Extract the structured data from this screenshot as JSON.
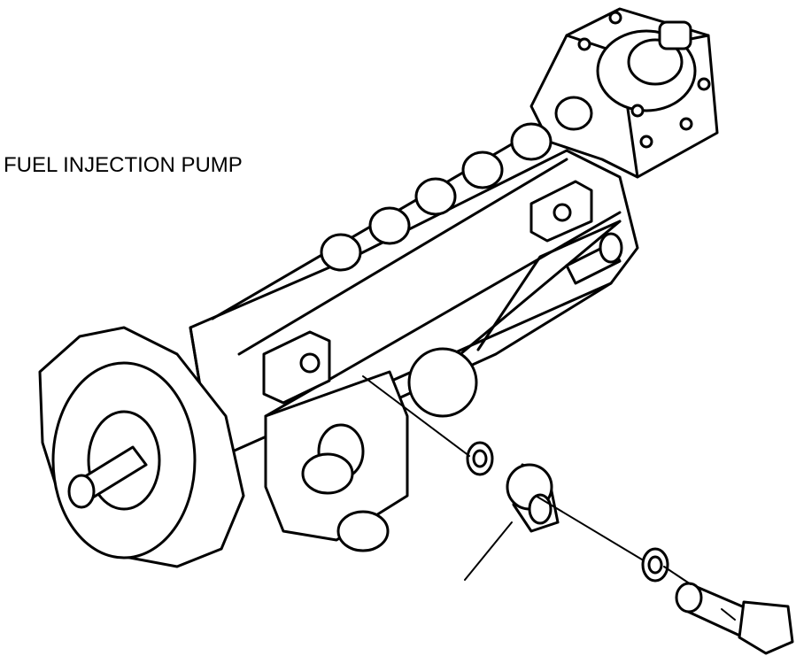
{
  "diagram": {
    "label": "FUEL INJECTION PUMP",
    "parts": [
      "pump-body",
      "drive-flange",
      "drive-shaft",
      "injector-outlets",
      "governor-housing",
      "fuel-inlet-port",
      "washer-upper",
      "banjo-fitting",
      "washer-lower",
      "banjo-bolt",
      "leader-line"
    ],
    "colors": {
      "ink": "#000000",
      "paper": "#ffffff"
    }
  }
}
